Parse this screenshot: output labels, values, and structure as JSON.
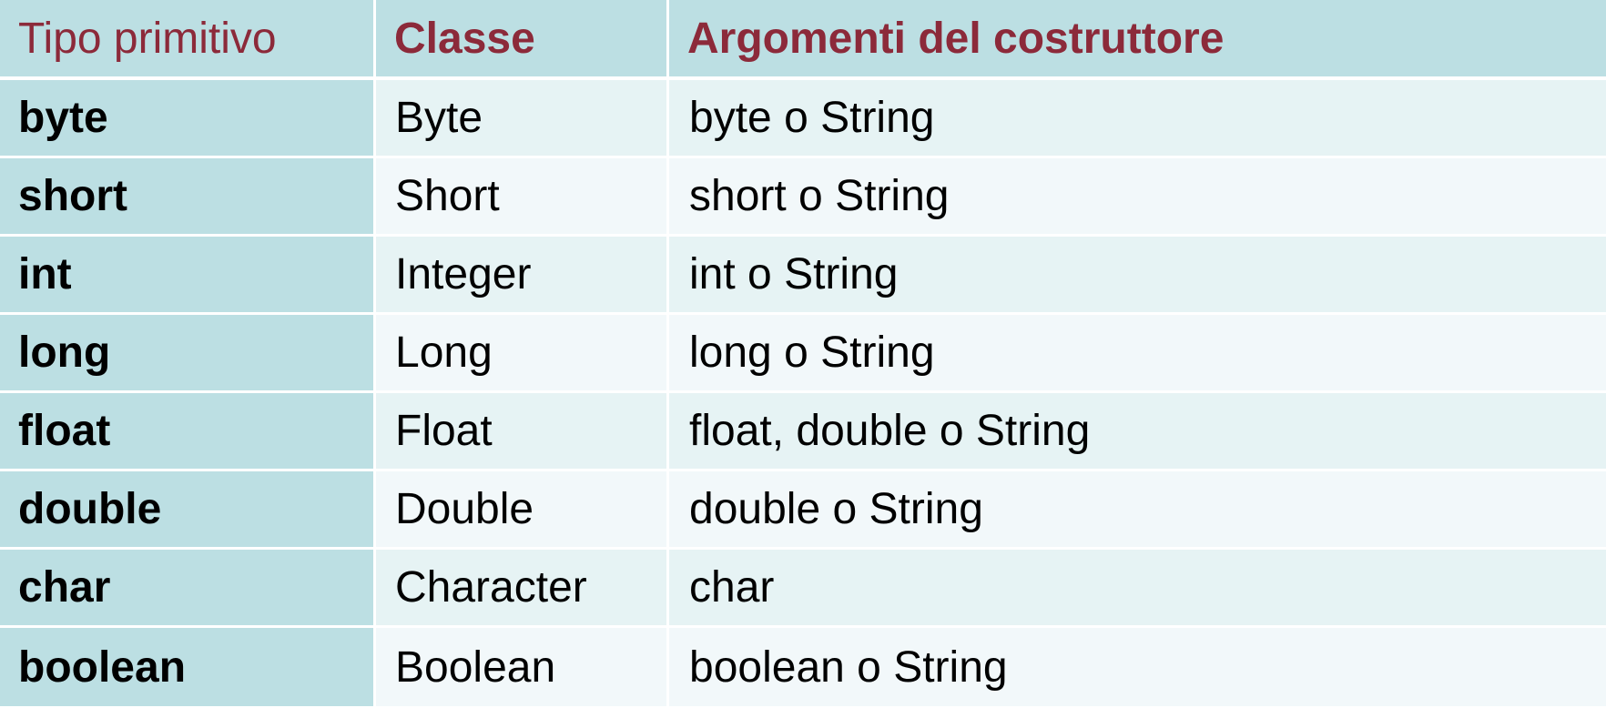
{
  "table": {
    "headers": [
      "Tipo primitivo",
      "Classe",
      "Argomenti del costruttore"
    ],
    "rows": [
      [
        "byte",
        "Byte",
        "byte o String"
      ],
      [
        "short",
        "Short",
        "short o String"
      ],
      [
        "int",
        "Integer",
        "int o String"
      ],
      [
        "long",
        "Long",
        "long o String"
      ],
      [
        "float",
        "Float",
        "float, double o String"
      ],
      [
        "double",
        "Double",
        "double o String"
      ],
      [
        "char",
        "Character",
        "char"
      ],
      [
        "boolean",
        "Boolean",
        "boolean o String"
      ]
    ]
  },
  "colors": {
    "header_text": "#8c2a3a",
    "first_column_bg": "#bcdfe3",
    "odd_row_bg": "#e6f3f4",
    "even_row_bg": "#f2f8fa"
  }
}
